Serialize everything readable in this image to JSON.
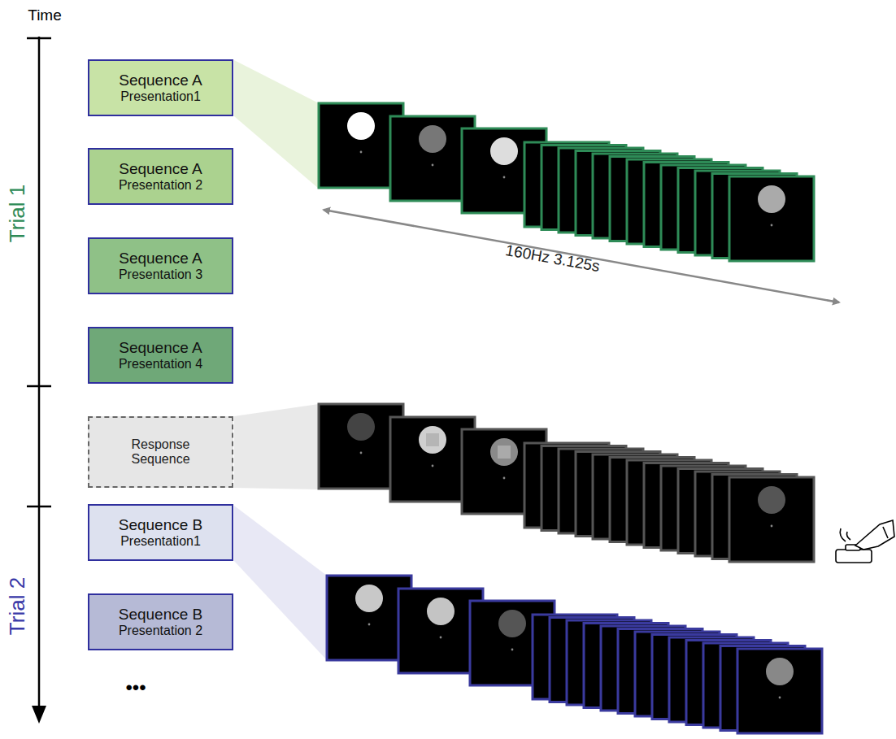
{
  "diagram": {
    "nodes": [
      {
        "text": [
          "Sequence A",
          "Presentation1"
        ]
      },
      {
        "text": [
          "Sequence A",
          "Presentation 2"
        ]
      },
      {
        "text": [
          "Sequence A",
          "Presentation 3"
        ]
      },
      {
        "text": [
          "Sequence A",
          "Presentation 4"
        ]
      },
      {
        "text": [
          "Response Sequence"
        ]
      },
      {
        "text": [
          "Sequence B",
          "Presentation1"
        ]
      },
      {
        "text": [
          "Sequence B",
          "Presentation 2"
        ]
      }
    ],
    "labels": [
      "Time",
      "Trial 1",
      "160Hz 3.125s",
      "Trial 2",
      "•••"
    ]
  }
}
